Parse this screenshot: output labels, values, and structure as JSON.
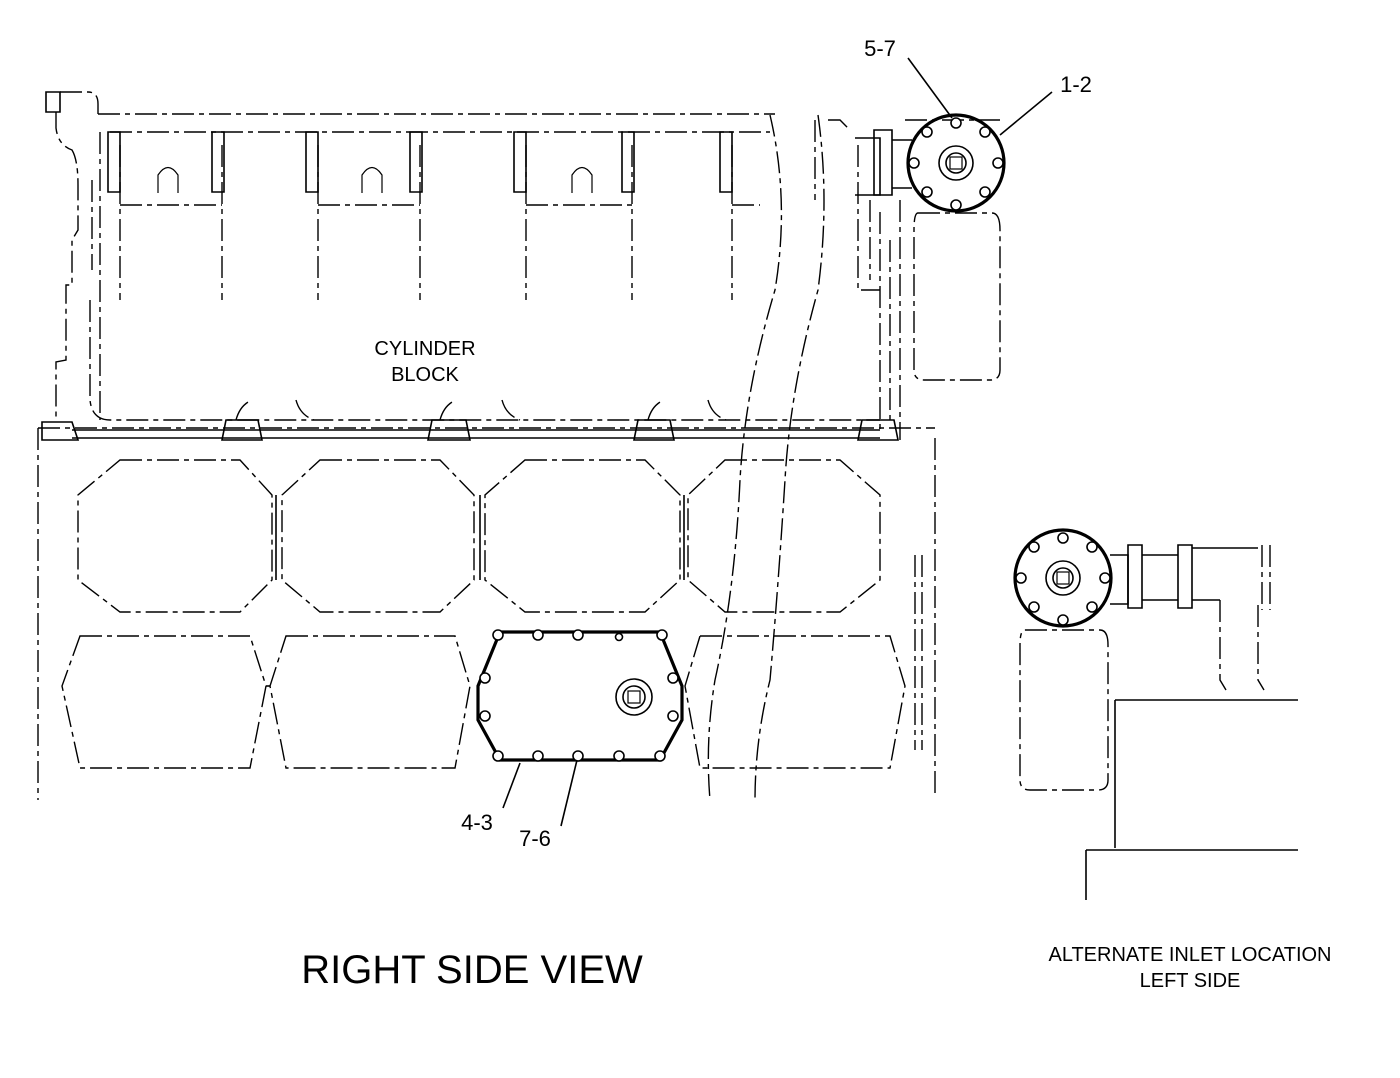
{
  "labels": {
    "cylinder_block_line1": "CYLINDER",
    "cylinder_block_line2": "BLOCK",
    "right_side_view": "RIGHT SIDE VIEW",
    "alternate_inlet_line1": "ALTERNATE INLET LOCATION",
    "alternate_inlet_line2": "LEFT SIDE"
  },
  "callouts": {
    "top_left": "5-7",
    "top_right": "1-2",
    "bottom_left": "4-3",
    "bottom_right": "7-6"
  }
}
